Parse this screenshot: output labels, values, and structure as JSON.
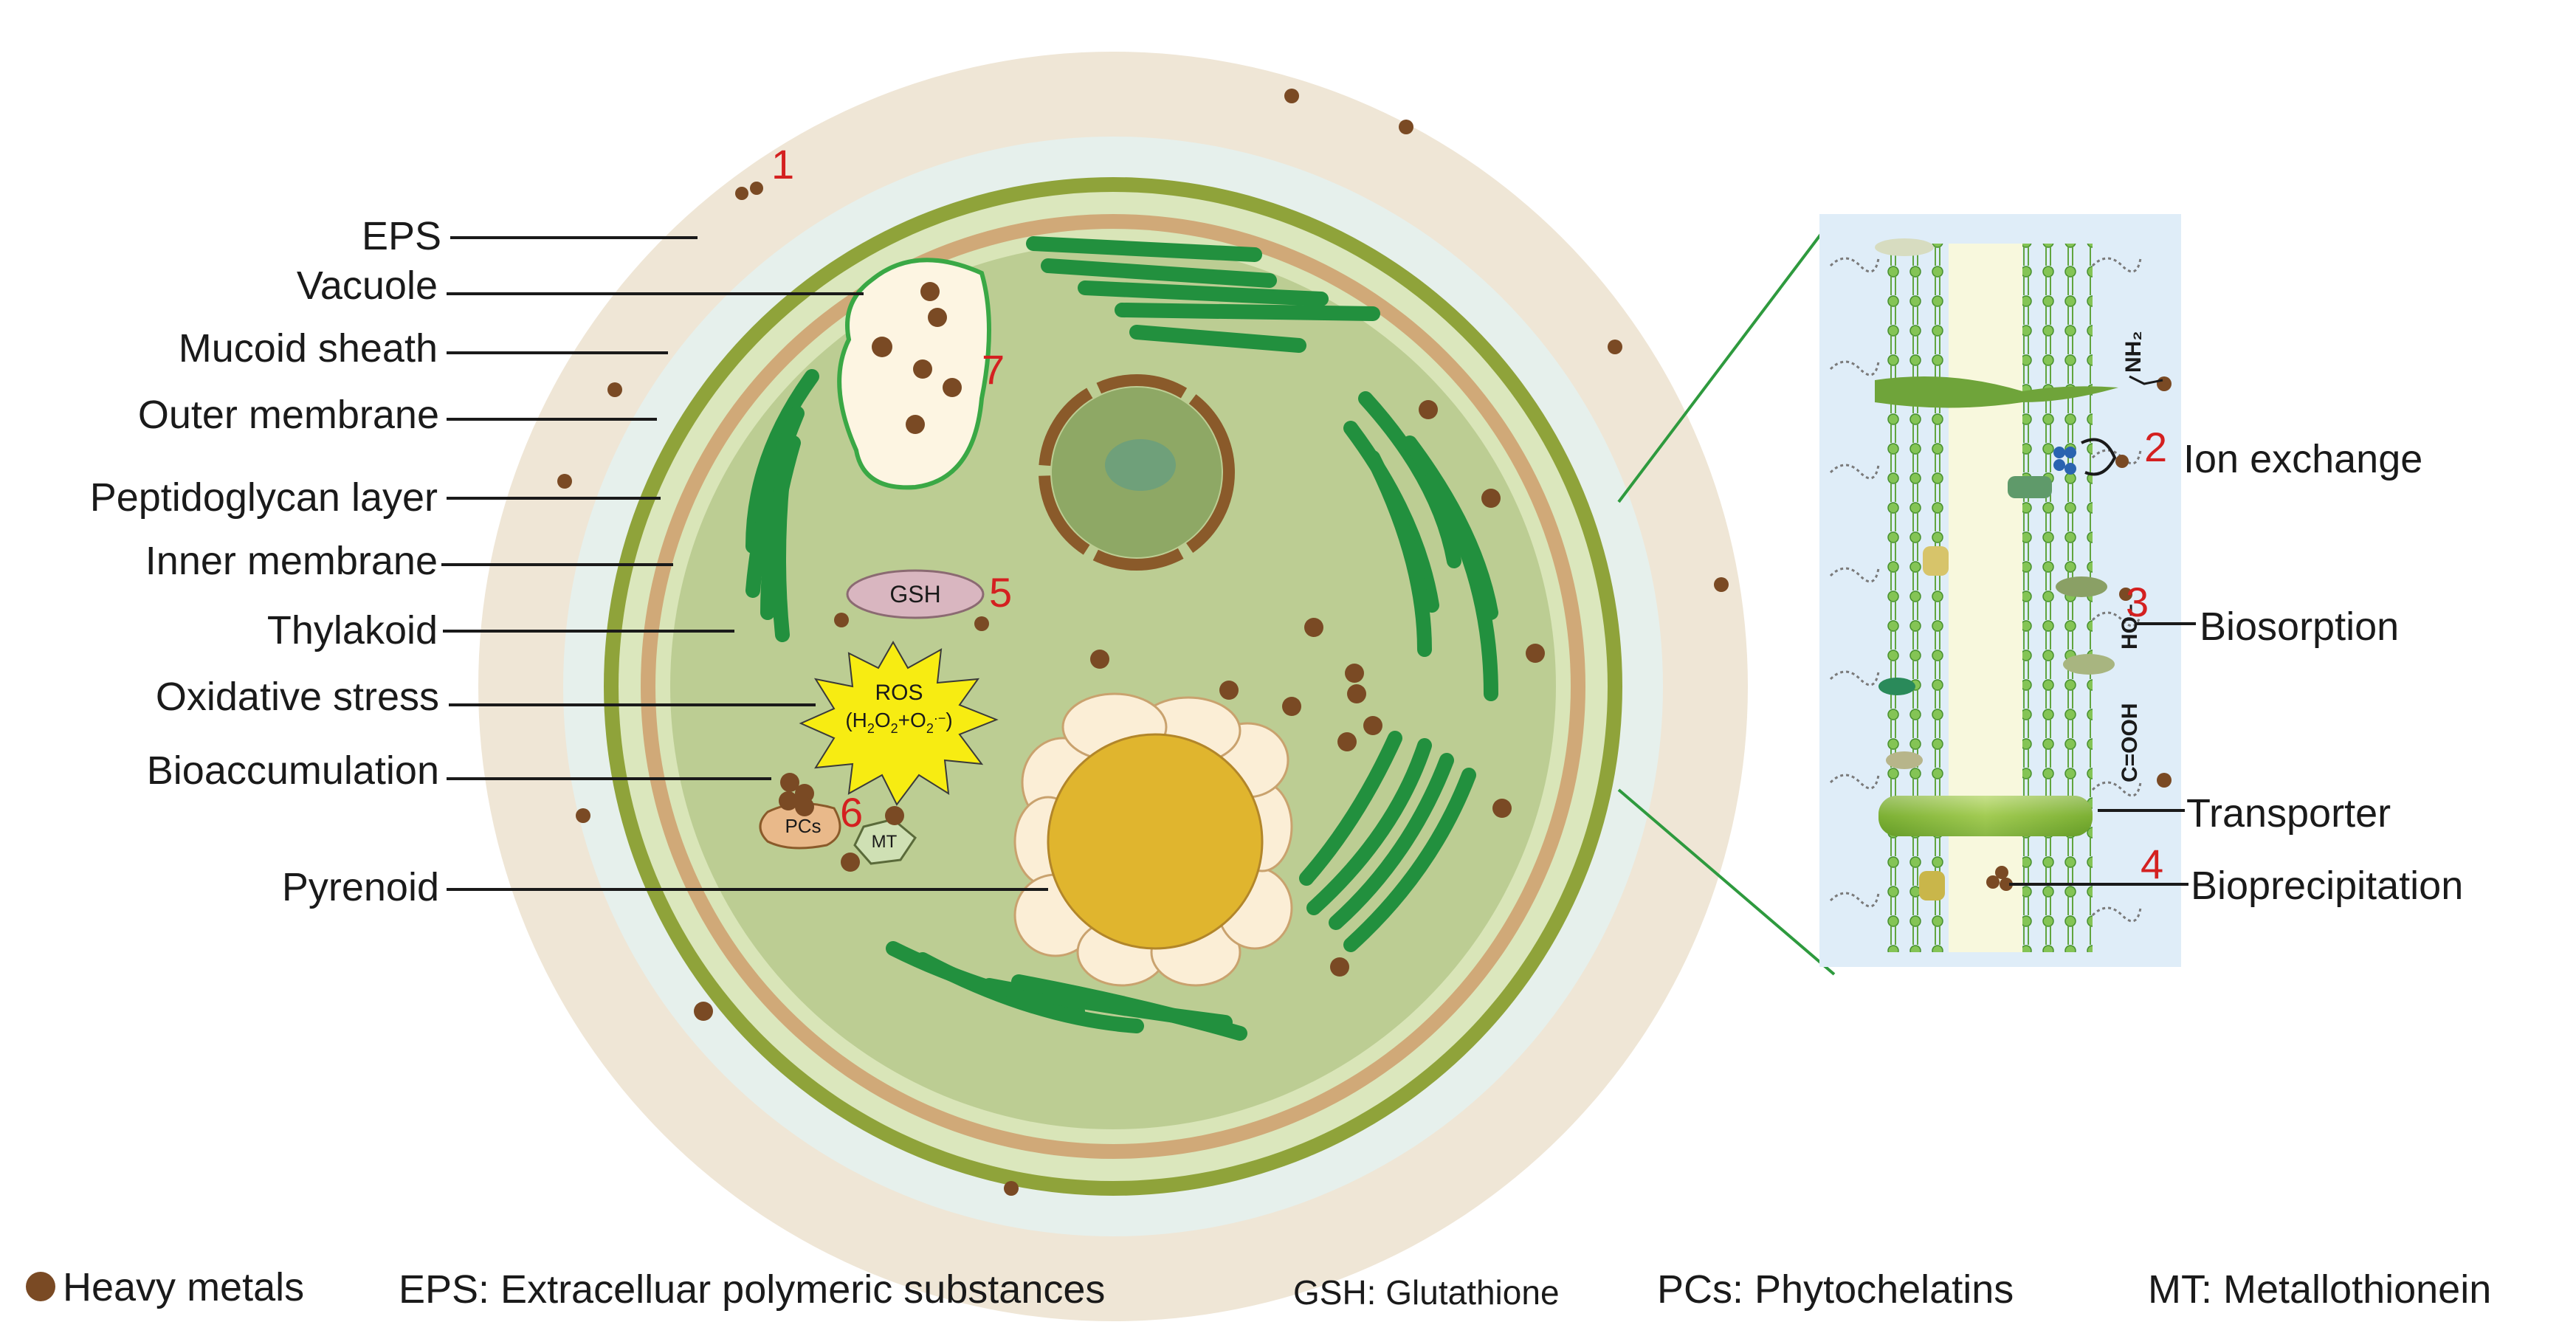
{
  "left_labels": [
    {
      "key": "eps",
      "text": "EPS"
    },
    {
      "key": "vacuole",
      "text": "Vacuole"
    },
    {
      "key": "mucoid",
      "text": "Mucoid sheath"
    },
    {
      "key": "outer",
      "text": "Outer membrane"
    },
    {
      "key": "pepti",
      "text": "Peptidoglycan layer"
    },
    {
      "key": "inner",
      "text": "Inner membrane"
    },
    {
      "key": "thyl",
      "text": "Thylakoid"
    },
    {
      "key": "oxid",
      "text": "Oxidative stress"
    },
    {
      "key": "bioacc",
      "text": "Bioaccumulation"
    },
    {
      "key": "pyren",
      "text": "Pyrenoid"
    }
  ],
  "right_labels": [
    {
      "key": "ion",
      "text": "Ion exchange"
    },
    {
      "key": "biosorp",
      "text": "Biosorption"
    },
    {
      "key": "transp",
      "text": "Transporter"
    },
    {
      "key": "bioprec",
      "text": "Bioprecipitation"
    }
  ],
  "numbers": [
    "1",
    "2",
    "3",
    "4",
    "5",
    "6",
    "7"
  ],
  "cell_labels": {
    "gsh": "GSH",
    "ros_line1": "ROS",
    "pcs": "PCs",
    "mt": "MT"
  },
  "chem_labels": {
    "nh2": "NH₂",
    "oh": "HO–",
    "cooh": "C=OOH"
  },
  "legend": {
    "heavy_metals": "Heavy metals",
    "eps": "EPS: Extracelluar polymeric substances",
    "gsh": "GSH: Glutathione",
    "pcs": "PCs: Phytochelatins",
    "mt": "MT: Metallothionein"
  },
  "colors": {
    "eps": "#efe6d6",
    "mucoid": "#e6f0ec",
    "membrane": "#8fa33a",
    "wall": "#d0a978",
    "cytoplasm": "#bccd93",
    "thylakoid": "#22903e",
    "metal": "#7a4a24",
    "number": "#d42020",
    "pyrenoid": "#e0b52e"
  }
}
